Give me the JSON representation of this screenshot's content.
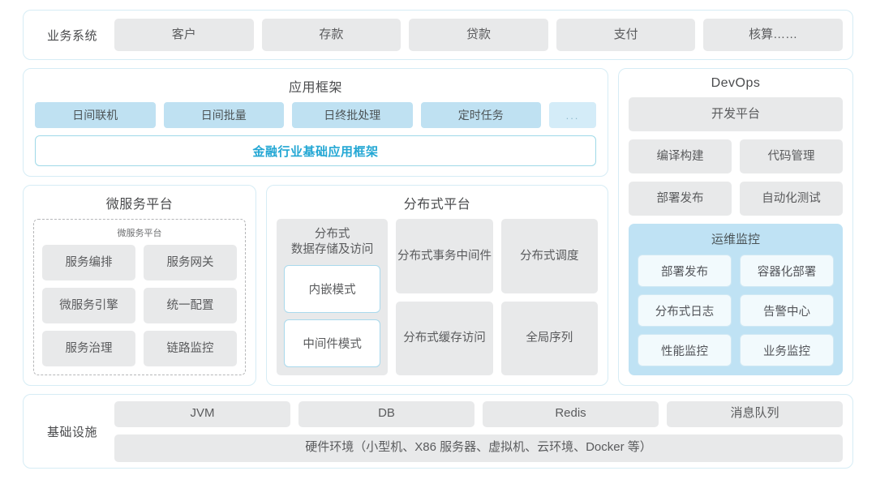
{
  "business_row": {
    "label": "业务系统",
    "items": [
      "客户",
      "存款",
      "贷款",
      "支付",
      "核算……"
    ]
  },
  "app_framework": {
    "title": "应用框架",
    "tags": [
      "日间联机",
      "日间批量",
      "日终批处理",
      "定时任务"
    ],
    "more_tag": "...",
    "banner": "金融行业基础应用框架"
  },
  "microservice_platform": {
    "title": "微服务平台",
    "inner_title": "微服务平台",
    "items": [
      "服务编排",
      "服务网关",
      "微服务引擎",
      "统一配置",
      "服务治理",
      "链路监控"
    ]
  },
  "distributed_platform": {
    "title": "分布式平台",
    "storage_card": {
      "header": "分布式\n数据存储及访问",
      "header_line1": "分布式",
      "header_line2": "数据存储及访问",
      "modes": [
        "内嵌模式",
        "中间件模式"
      ]
    },
    "column2": [
      "分布式\n事务中间件",
      "分布式\n缓存访问"
    ],
    "column2_lines": [
      [
        "分布式",
        "事务中间件"
      ],
      [
        "分布式",
        "缓存访问"
      ]
    ],
    "column3": [
      "分布式调度",
      "全局序列"
    ]
  },
  "devops": {
    "title": "DevOps",
    "wide_card": "开发平台",
    "grid_items": [
      "编译构建",
      "代码管理",
      "部署发布",
      "自动化测试"
    ],
    "ops_monitor": {
      "title": "运维监控",
      "items": [
        "部署发布",
        "容器化部署",
        "分布式日志",
        "告警中心",
        "性能监控",
        "业务监控"
      ]
    }
  },
  "infrastructure": {
    "label": "基础设施",
    "items": [
      "JVM",
      "DB",
      "Redis",
      "消息队列"
    ],
    "hardware": "硬件环境（小型机、X86 服务器、虚拟机、云环境、Docker 等）"
  },
  "colors": {
    "panel_border": "#d6ecf5",
    "gray_card": "#e8e9ea",
    "blue_tag": "#bfe1f2",
    "accent_cyan": "#23a7d4",
    "ops_bg": "#bfe2f4",
    "text": "#58595b"
  }
}
